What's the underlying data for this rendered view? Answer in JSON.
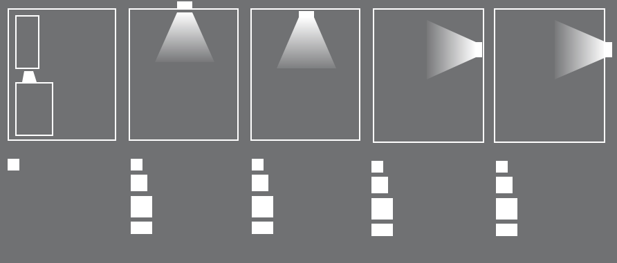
{
  "colors": {
    "background": "#707173",
    "stroke": "#ffffff",
    "beam_light": "#ffffff",
    "beam_dark": "#707173"
  },
  "panels": [
    {
      "id": "p1",
      "light": "bottom-lamp",
      "direction": "up",
      "items": [
        "cube-1"
      ]
    },
    {
      "id": "p2",
      "light": "top-lamp",
      "direction": "down",
      "items": [
        "cube-1",
        "cube-2",
        "cube-3",
        "cube-4"
      ]
    },
    {
      "id": "p3",
      "light": "top-lamp",
      "direction": "down",
      "items": [
        "cube-1",
        "cube-2",
        "cube-3",
        "cube-4"
      ]
    },
    {
      "id": "p4",
      "light": "right-lamp",
      "direction": "left",
      "items": [
        "cube-1",
        "cube-2",
        "cube-3",
        "cube-4"
      ]
    },
    {
      "id": "p5",
      "light": "right-lamp",
      "direction": "left",
      "items": [
        "cube-1",
        "cube-2",
        "cube-3",
        "cube-4"
      ]
    }
  ]
}
